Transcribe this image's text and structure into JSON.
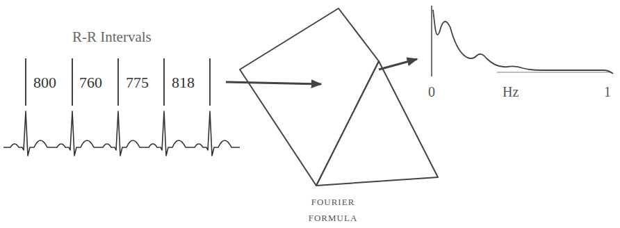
{
  "diagram": {
    "nodes": [
      {
        "text": [
          "R-R Intervals",
          "800",
          "760",
          "775",
          "818"
        ]
      },
      {
        "text": [
          "FOURIER FORMULA"
        ]
      },
      {
        "text": [
          "0",
          "Hz",
          "1"
        ]
      }
    ],
    "edges": [
      {
        "from": 0,
        "to": 1,
        "arrow": "to"
      },
      {
        "from": 1,
        "to": 2,
        "arrow": "to"
      }
    ]
  }
}
